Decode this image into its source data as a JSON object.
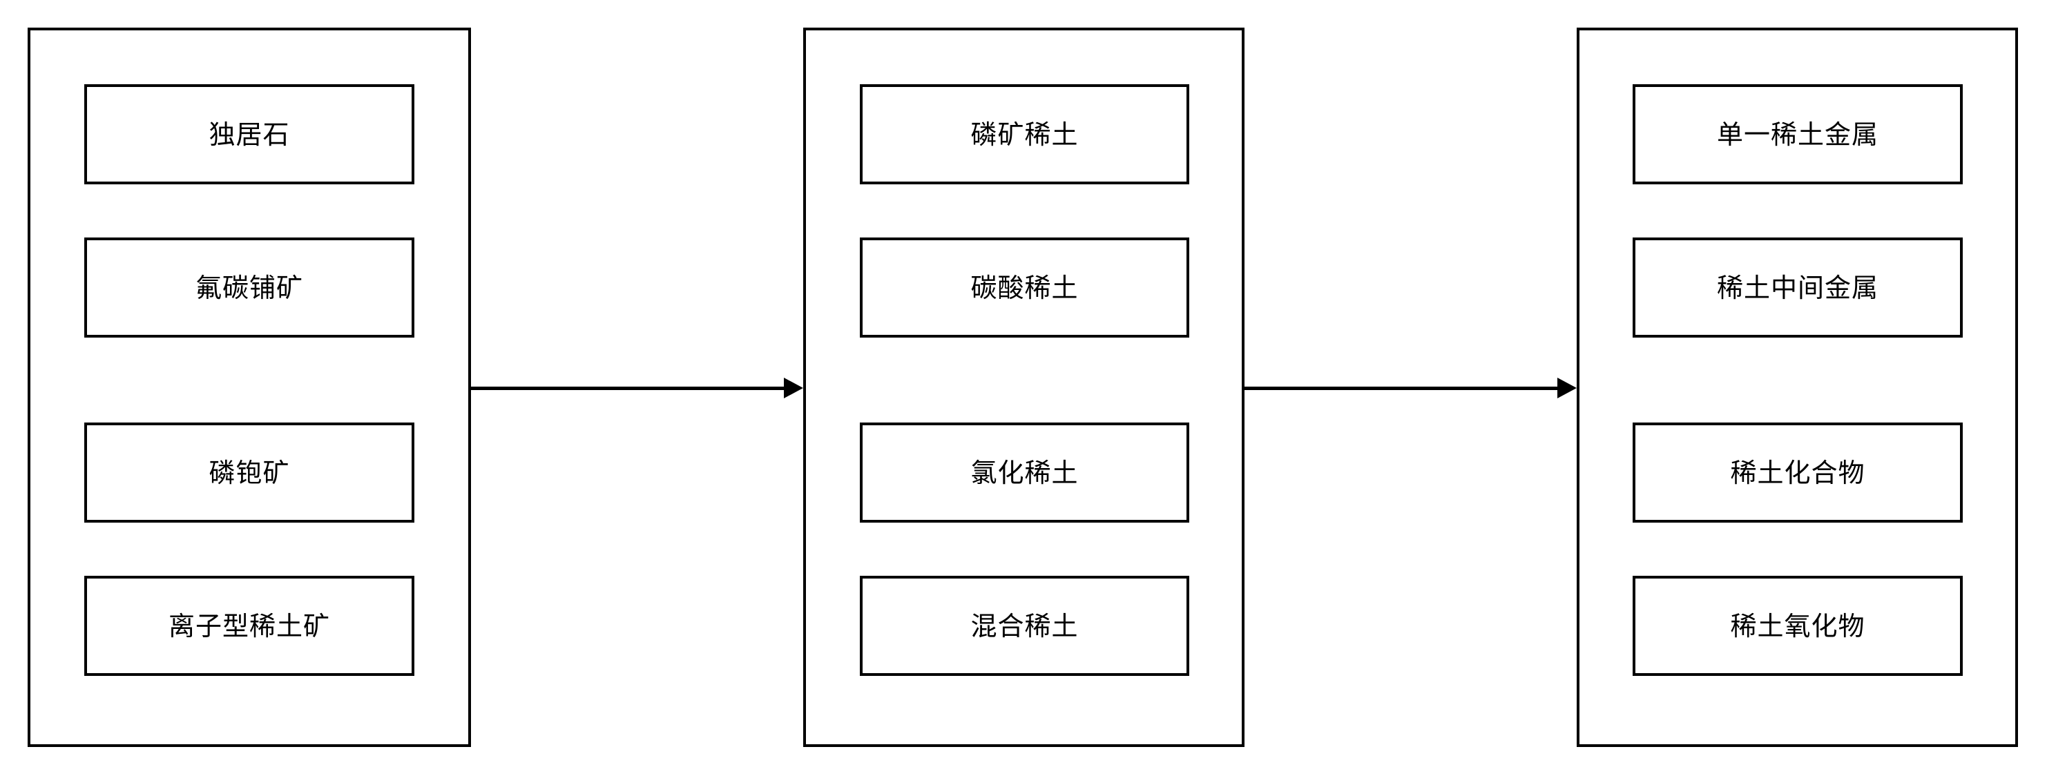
{
  "diagram": {
    "title": "",
    "background_color": "#ffffff",
    "stroke_color": "#000000",
    "text_color": "#000000",
    "groups": [
      {
        "id": "group-raw-minerals",
        "name": "",
        "nodes": [
          {
            "label": "独居石"
          },
          {
            "label": "氟碳铺矿"
          },
          {
            "label": "磷铇矿"
          },
          {
            "label": "离子型稀土矿"
          }
        ]
      },
      {
        "id": "group-intermediates",
        "name": "",
        "nodes": [
          {
            "label": "磷矿稀土"
          },
          {
            "label": "碳酸稀土"
          },
          {
            "label": "氯化稀土"
          },
          {
            "label": "混合稀土"
          }
        ]
      },
      {
        "id": "group-products",
        "name": "",
        "nodes": [
          {
            "label": "单一稀土金属"
          },
          {
            "label": "稀土中间金属"
          },
          {
            "label": "稀土化合物"
          },
          {
            "label": "稀土氧化物"
          }
        ]
      }
    ],
    "connectors": [
      {
        "id": "connector-0",
        "from": "group-raw-minerals",
        "to": "group-intermediates",
        "label": "",
        "direction": "right"
      },
      {
        "id": "connector-1",
        "from": "group-intermediates",
        "to": "group-products",
        "label": "",
        "direction": "right"
      }
    ]
  }
}
